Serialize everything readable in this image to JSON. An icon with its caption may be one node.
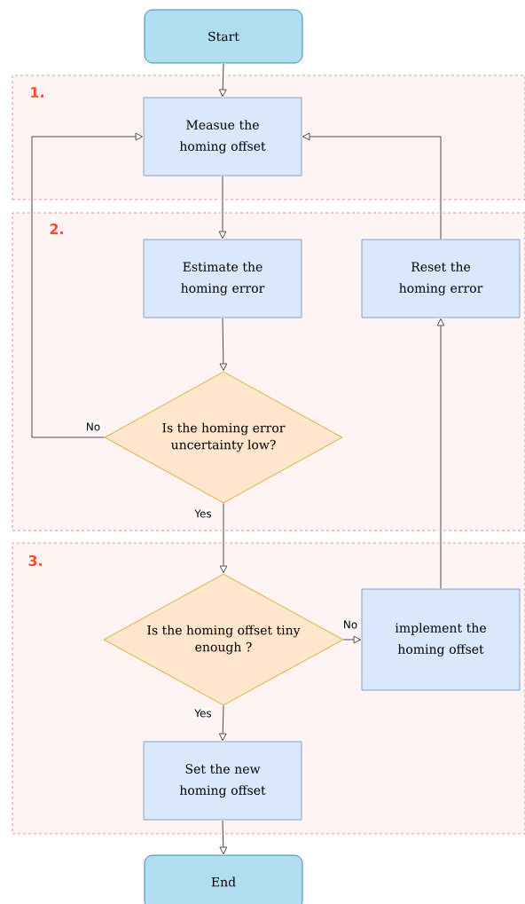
{
  "diagram": {
    "nodes": [
      {
        "text": [
          "Start"
        ]
      },
      {
        "text": [
          "1."
        ]
      },
      {
        "text": [
          "Measue the homing offset"
        ],
        "in": 1
      },
      {
        "text": [
          "2."
        ]
      },
      {
        "text": [
          "Estimate the homing error"
        ],
        "in": 3
      },
      {
        "text": [
          "Reset the homing error"
        ],
        "in": 3
      },
      {
        "text": [
          "Is the homing error uncertainty low?"
        ],
        "in": 3
      },
      {
        "text": [
          "3."
        ]
      },
      {
        "text": [
          "Is the homing offset tiny enough ?"
        ],
        "in": 7
      },
      {
        "text": [
          "implement the homing offset"
        ],
        "in": 7
      },
      {
        "text": [
          "Set the new homing offset"
        ],
        "in": 7
      },
      {
        "text": [
          "End"
        ]
      }
    ],
    "edges": [
      {
        "from": 0,
        "to": 2,
        "arrow": "to"
      },
      {
        "from": 2,
        "to": 4,
        "arrow": "to"
      },
      {
        "from": 4,
        "to": 6,
        "arrow": "to"
      },
      {
        "from": 6,
        "to": 2,
        "arrow": "to",
        "label": "No"
      },
      {
        "from": 6,
        "to": 8,
        "arrow": "to",
        "label": "Yes"
      },
      {
        "from": 8,
        "to": 9,
        "arrow": "to",
        "label": "No"
      },
      {
        "from": 9,
        "to": 5,
        "arrow": "to"
      },
      {
        "from": 5,
        "to": 2,
        "arrow": "to"
      },
      {
        "from": 8,
        "to": 10,
        "arrow": "to",
        "label": "Yes"
      },
      {
        "from": 10,
        "to": 11,
        "arrow": "to"
      }
    ]
  }
}
